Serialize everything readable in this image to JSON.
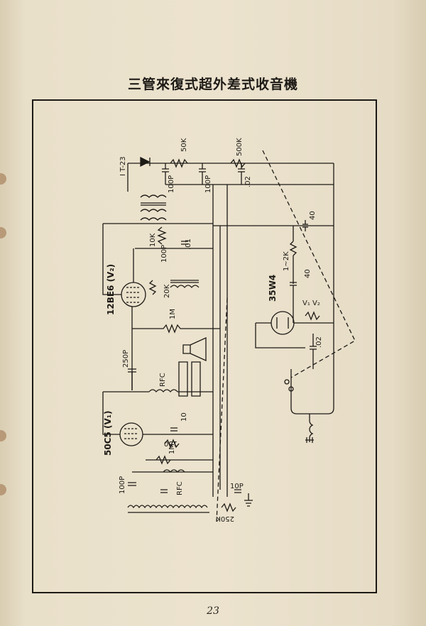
{
  "page": {
    "title": "三管來復式超外差式收音機",
    "page_number": "23"
  },
  "schematic": {
    "tubes": {
      "v2": "12BE6 (V₂)",
      "v1": "50C5 (V₁)",
      "rect": "35W4"
    },
    "labels": {
      "it23": "I T-23",
      "r50k": "50K",
      "r500k": "500K",
      "c100p_a": "100P",
      "c100p_b": "100P",
      "c02_a": ".02",
      "c40_a": "40",
      "r10k": "10K",
      "c01": ".01",
      "c100p_c": "100P",
      "r1to2k": "1~2K",
      "c40_b": "40",
      "r20k": "20K",
      "v1v2": "V₁ V₂",
      "r1m_a": "1M",
      "c02_b": ".02",
      "c250p": "250P",
      "rfc_a": "RFC",
      "c10": "10",
      "r150": "150",
      "r1m_b": "1M",
      "c100p_d": "100P",
      "rfc_b": "RFC",
      "c10p": "10P",
      "r250k": "250K"
    }
  }
}
